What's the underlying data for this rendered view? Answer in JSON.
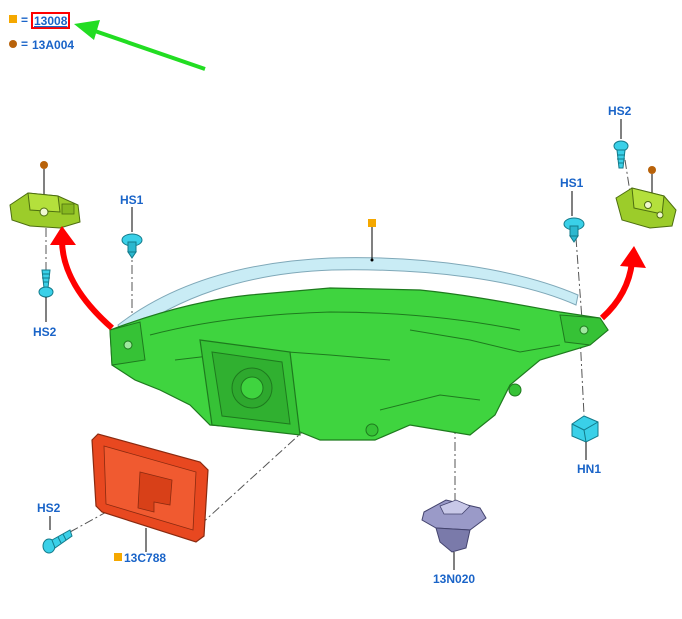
{
  "legend": {
    "items": [
      {
        "marker": "square",
        "color": "#f5a800",
        "equals": "=",
        "code": "13008",
        "highlighted": true
      },
      {
        "marker": "circle",
        "color": "#b8620a",
        "equals": "=",
        "code": "13A004",
        "highlighted": false
      }
    ]
  },
  "colors": {
    "label": "#1a64c8",
    "housing": "#3fd43f",
    "bracket": "#9ccc2a",
    "cover": "#e84820",
    "fastener": "#3ad0e8",
    "grommet": "#9a9ac8",
    "arrow_red": "#ff0000",
    "arrow_green": "#22dd22",
    "highlight_box": "#ff0000"
  },
  "parts": {
    "hs2_top_right": "HS2",
    "hs1_right": "HS1",
    "hs1_left": "HS1",
    "hs2_left": "HS2",
    "hn1": "HN1",
    "hs2_bottom_left": "HS2",
    "cover": "13C788",
    "grommet": "13N020"
  },
  "icons": {
    "legend_square": "orange-square-marker",
    "legend_circle": "brown-circle-marker",
    "pointer": "green-arrow",
    "move_left": "red-curved-arrow",
    "move_right": "red-curved-arrow"
  }
}
